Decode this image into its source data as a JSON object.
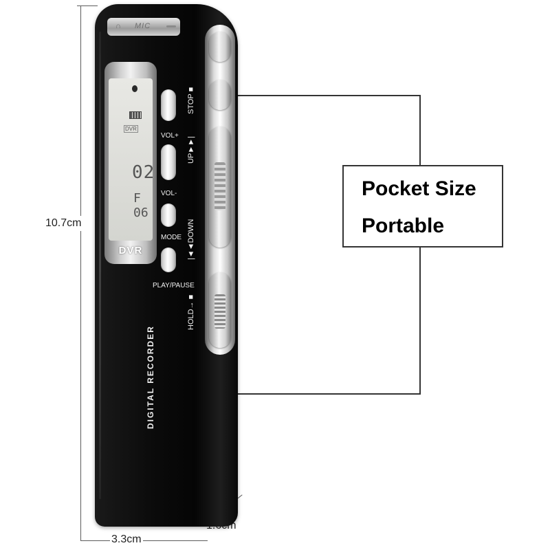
{
  "dimensions": {
    "height": "10.7cm",
    "width": "3.3cm",
    "depth": "1.6cm"
  },
  "callout": {
    "line1": "Pocket Size",
    "line2": "Portable"
  },
  "device": {
    "top_plate": {
      "headphone_glyph": "∩",
      "mic_label": "MIC"
    },
    "lcd": {
      "dvr_tag": "DVR",
      "number": "02",
      "file": "F 06",
      "frame_label": "DVR"
    },
    "face_buttons": {
      "vol_up": "VOL+",
      "vol_down": "VOL-",
      "mode": "MODE",
      "play_pause": "PLAY/PAUSE"
    },
    "side_labels": {
      "stop": "STOP ■",
      "up": "UP►►|",
      "down": "|◄◄DOWN",
      "hold": "HOLD→ ■"
    },
    "brand": "DIGITAL RECORDER"
  },
  "colors": {
    "device_body": "#0b0b0b",
    "chrome": "#d9d9d9",
    "lcd_bg": "#dcdcd8"
  }
}
